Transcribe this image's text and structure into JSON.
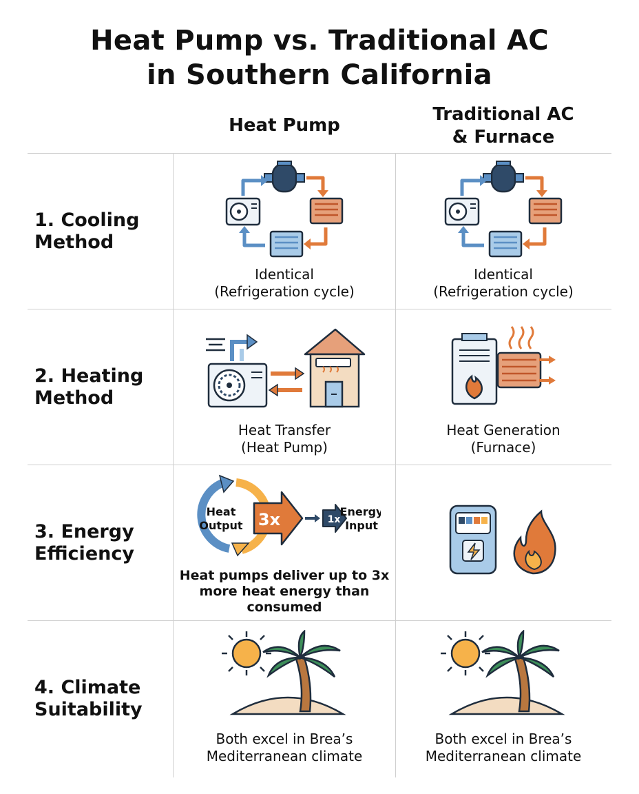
{
  "title": {
    "line1": "Heat Pump vs. Traditional AC",
    "line2": "in Southern California"
  },
  "columns": {
    "heat_pump": "Heat Pump",
    "traditional_line1": "Traditional AC",
    "traditional_line2": "& Furnace"
  },
  "rows": [
    {
      "label_line1": "1. Cooling",
      "label_line2": "Method",
      "heat_pump": {
        "line1": "Identical",
        "line2": "(Refrigeration cycle)"
      },
      "traditional": {
        "line1": "Identical",
        "line2": "(Refrigeration cycle)"
      }
    },
    {
      "label_line1": "2. Heating",
      "label_line2": "Method",
      "heat_pump": {
        "line1": "Heat Transfer",
        "line2": "(Heat Pump)"
      },
      "traditional": {
        "line1": "Heat Generation",
        "line2": "(Furnace)"
      }
    },
    {
      "label_line1": "3. Energy",
      "label_line2": "Efficiency",
      "heat_pump": {
        "line1": "Heat pumps deliver up to 3x",
        "line2": "more heat energy than",
        "line3": "consumed",
        "diagram": {
          "output_line1": "Heat",
          "output_line2": "Output",
          "output_multiplier": "3x",
          "input_multiplier": "1x",
          "input_line1": "Energy",
          "input_line2": "Input"
        }
      }
    },
    {
      "label_line1": "4. Climate",
      "label_line2": "Suitability",
      "heat_pump": {
        "line1": "Both excel in Brea’s",
        "line2": "Mediterranean climate"
      },
      "traditional": {
        "line1": "Both excel in Brea’s",
        "line2": "Mediterranean climate"
      }
    }
  ],
  "colors": {
    "blue": "#5b8fc4",
    "navy": "#2f4a68",
    "orange": "#e07a3a",
    "light_blue": "#a9cbe8",
    "sand": "#f3dcc1",
    "sun": "#f6b24a",
    "palm_green": "#3e8f5a"
  }
}
